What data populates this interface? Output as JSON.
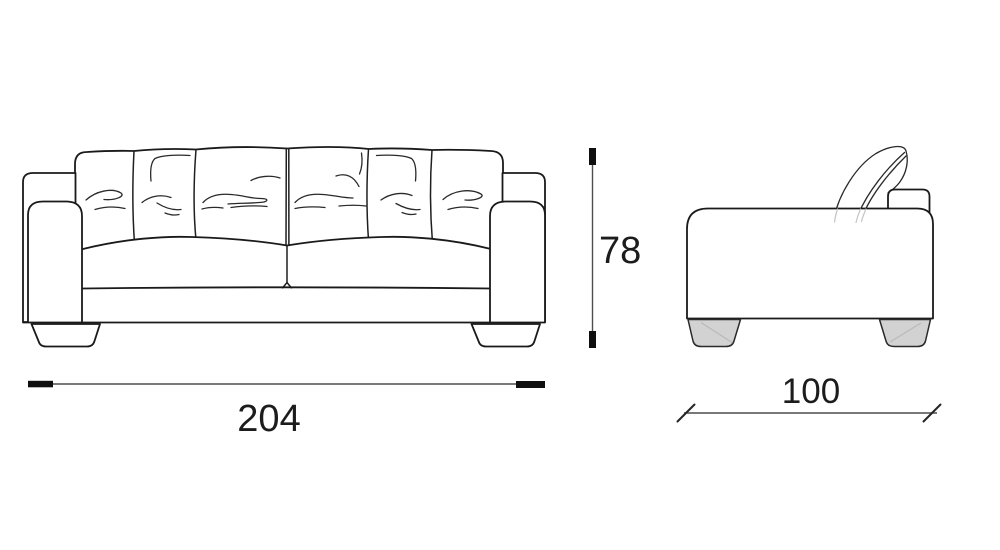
{
  "dimensions": {
    "width_label": "204",
    "height_label": "78",
    "depth_label": "100"
  },
  "colors": {
    "outline": "#1a1a1a",
    "detail": "#2a2a2a",
    "dimension_line": "#4d4d4d",
    "tick": "#0f0f0f",
    "text": "#1c1c1c",
    "foot_fill": "#d2d2d2",
    "hidden_line": "#c3c3c3",
    "background": "#ffffff"
  }
}
